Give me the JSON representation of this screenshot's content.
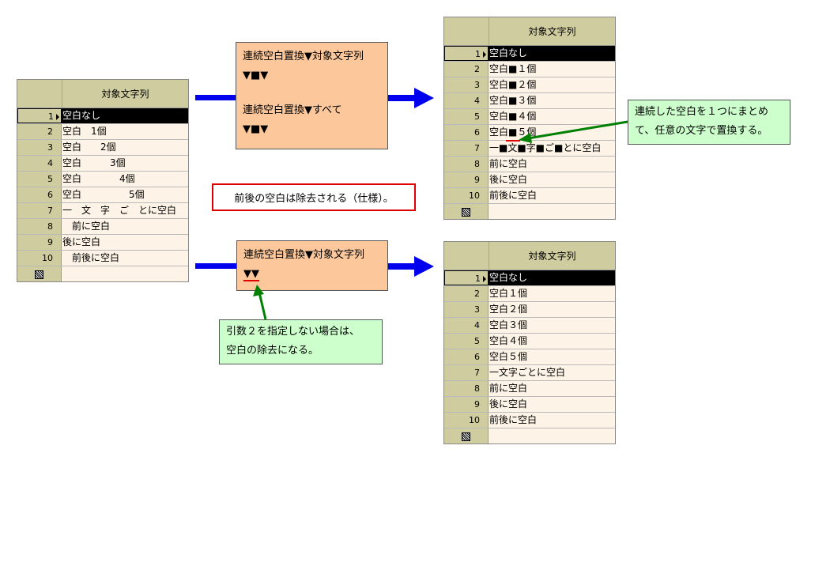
{
  "left_table": {
    "header": "対象文字列",
    "rows": [
      {
        "n": "1",
        "v": "空白なし"
      },
      {
        "n": "2",
        "v": "空白　1個"
      },
      {
        "n": "3",
        "v": "空白　　2個"
      },
      {
        "n": "4",
        "v": "空白　　　3個"
      },
      {
        "n": "5",
        "v": "空白　　　　4個"
      },
      {
        "n": "6",
        "v": "空白　　　　　5個"
      },
      {
        "n": "7",
        "v": "一　文　字　ご　とに空白"
      },
      {
        "n": "8",
        "v": "　前に空白"
      },
      {
        "n": "9",
        "v": "後に空白"
      },
      {
        "n": "10",
        "v": "　前後に空白"
      }
    ]
  },
  "top_right_table": {
    "header": "対象文字列",
    "rows": [
      {
        "n": "1",
        "v": "空白なし"
      },
      {
        "n": "2",
        "v": "空白■１個"
      },
      {
        "n": "3",
        "v": "空白■２個"
      },
      {
        "n": "4",
        "v": "空白■３個"
      },
      {
        "n": "5",
        "v": "空白■４個"
      },
      {
        "n": "6",
        "v": "空白■５個"
      },
      {
        "n": "7",
        "v": "一■文■字■ご■とに空白"
      },
      {
        "n": "8",
        "v": "前に空白"
      },
      {
        "n": "9",
        "v": "後に空白"
      },
      {
        "n": "10",
        "v": "前後に空白"
      }
    ]
  },
  "bottom_right_table": {
    "header": "対象文字列",
    "rows": [
      {
        "n": "1",
        "v": "空白なし"
      },
      {
        "n": "2",
        "v": "空白１個"
      },
      {
        "n": "3",
        "v": "空白２個"
      },
      {
        "n": "4",
        "v": "空白３個"
      },
      {
        "n": "5",
        "v": "空白４個"
      },
      {
        "n": "6",
        "v": "空白５個"
      },
      {
        "n": "7",
        "v": "一文字ごとに空白"
      },
      {
        "n": "8",
        "v": "前に空白"
      },
      {
        "n": "9",
        "v": "後に空白"
      },
      {
        "n": "10",
        "v": "前後に空白"
      }
    ]
  },
  "formula_top": {
    "line1": "連続空白置換▼対象文字列",
    "line2": "▼■▼",
    "line3": "連続空白置換▼すべて",
    "line4": "▼■▼"
  },
  "formula_bottom": {
    "line1": "連続空白置換▼対象文字列",
    "line2": "▼▼"
  },
  "note_spec": "前後の空白は除去される（仕様）。",
  "note_merge": {
    "line1": "連続した空白を１つにまとめ",
    "line2": "て、任意の文字で置換する。"
  },
  "note_arg2": {
    "line1": "引数２を指定しない場合は、",
    "line2": "空白の除去になる。"
  },
  "colors": {
    "arrow_blue": "#0000ee",
    "arrow_green": "#008000",
    "highlight_red": "#e00000"
  }
}
